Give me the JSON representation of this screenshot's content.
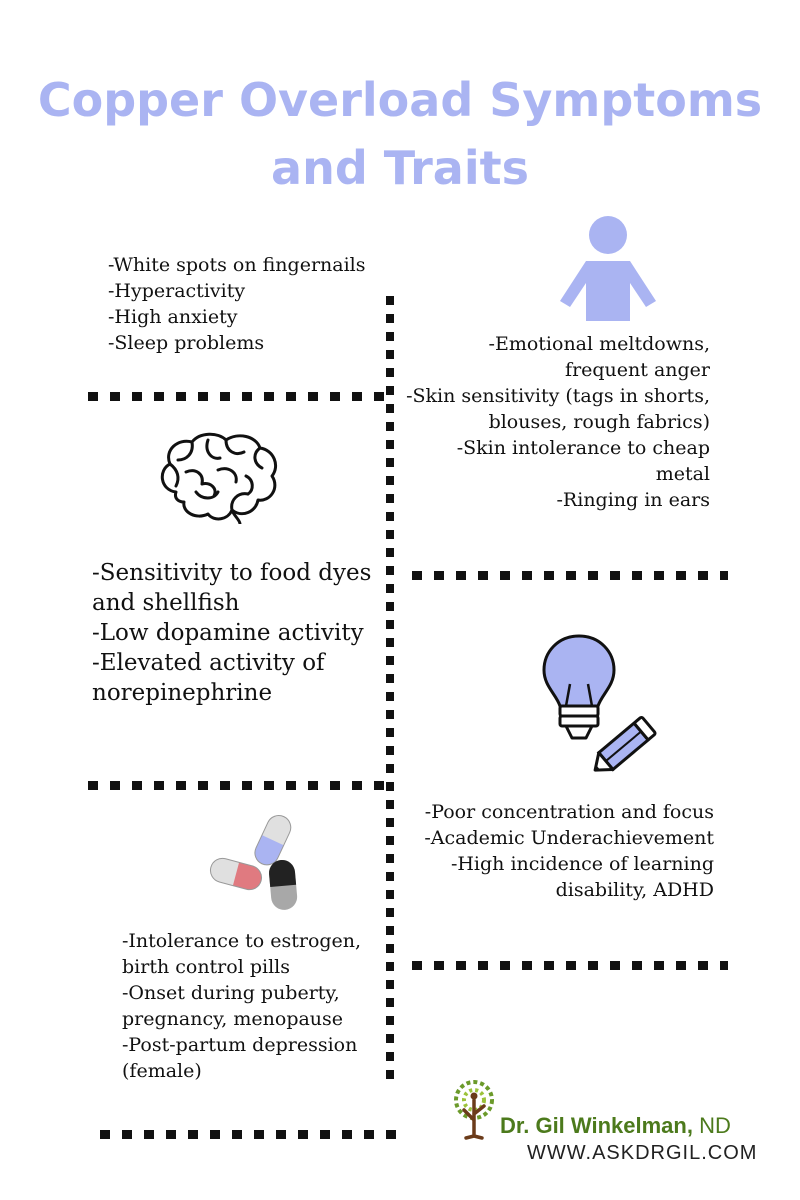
{
  "title": {
    "line1": "Copper Overload Symptoms",
    "line2": "and Traits"
  },
  "sections": {
    "top_left": [
      "-White spots on fingernails",
      "-Hyperactivity",
      "-High anxiety",
      "-Sleep problems"
    ],
    "top_right": [
      "-Emotional meltdowns,",
      "frequent anger",
      "-Skin sensitivity (tags in shorts,",
      "blouses, rough fabrics)",
      "-Skin intolerance to cheap",
      "metal",
      "-Ringing in ears"
    ],
    "mid_left": [
      "-Sensitivity to food dyes",
      "and shellfish",
      "-Low dopamine activity",
      "-Elevated activity of",
      "norepinephrine"
    ],
    "mid_right": [
      "-Poor concentration and focus",
      "-Academic Underachievement",
      "-High incidence of learning",
      "disability, ADHD"
    ],
    "bottom_left": [
      "-Intolerance to estrogen,",
      "birth control pills",
      "-Onset during puberty,",
      "pregnancy, menopause",
      "-Post-partum depression",
      "(female)"
    ]
  },
  "icons": [
    "person-icon",
    "brain-icon",
    "lightbulb-icon",
    "pencil-icon",
    "pills-icon",
    "tree-logo-icon"
  ],
  "logo": {
    "name": "Dr. Gil Winkelman,",
    "suffix": " ND",
    "url": "WWW.ASKDRGIL.COM"
  },
  "colors": {
    "title": "#aab4f2",
    "accent": "#aab4f2",
    "logo_green": "#4c7a1c",
    "pill_red": "#e07a80",
    "pill_gray": "#a8a8a8"
  }
}
